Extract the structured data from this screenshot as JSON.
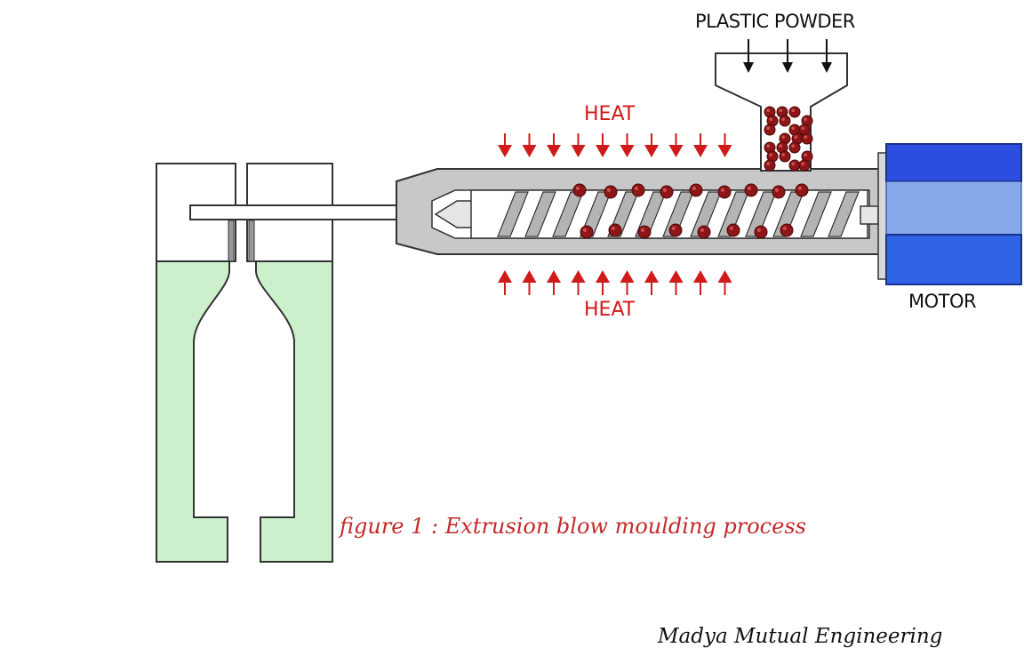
{
  "labels": {
    "plastic_powder": "PLASTIC POWDER",
    "heat_top": "HEAT",
    "heat_bottom": "HEAT",
    "motor": "MOTOR"
  },
  "caption": "figure 1 : Extrusion blow moulding process",
  "credit": "Madya Mutual Engineering",
  "colors": {
    "heat": "#d11a1a",
    "mould": "#ccf0cc",
    "barrel": "#c8c8c8",
    "motor": "#2c4ee0",
    "motor_light": "#86a9ec",
    "pellet": "#8e1616"
  },
  "icons": [
    "powder-arrow-icon",
    "heat-arrow-icon",
    "plastic-pellet-icon"
  ]
}
